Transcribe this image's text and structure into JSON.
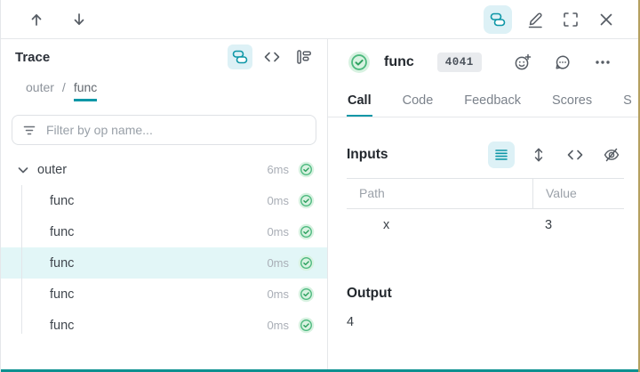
{
  "colors": {
    "accent": "#0e97a7",
    "accent_soft": "#ddf1f6",
    "success": "#2da05f",
    "success_soft": "#d8f2e1",
    "success_ring": "#4cb97e",
    "selected_row": "#e2f6f7",
    "text_primary": "#2b3038",
    "text_secondary": "#7b828b",
    "text_muted": "#a9aeb6",
    "border": "#e5e7ea",
    "badge_bg": "#e9ebee",
    "edge_tan": "#b5a060",
    "bottom_bar": "#0d9090"
  },
  "top_toolbar": {
    "nav_icons": [
      "arrow-up",
      "arrow-down"
    ],
    "right_icons": [
      {
        "name": "trace-tree",
        "active": true
      },
      {
        "name": "edit-pencil",
        "active": false
      },
      {
        "name": "fullscreen",
        "active": false
      },
      {
        "name": "close",
        "active": false
      }
    ]
  },
  "trace_panel": {
    "title": "Trace",
    "view_icons": [
      {
        "name": "trace-tree",
        "active": true
      },
      {
        "name": "code",
        "active": false
      },
      {
        "name": "flame-graph",
        "active": false
      }
    ],
    "breadcrumb": {
      "parent": "outer",
      "separator": "/",
      "current": "func"
    },
    "filter_placeholder": "Filter by op name...",
    "tree": [
      {
        "label": "outer",
        "duration": "6ms",
        "status": "success",
        "depth": 0,
        "expanded": true,
        "selected": false
      },
      {
        "label": "func",
        "duration": "0ms",
        "status": "success",
        "depth": 1,
        "selected": false
      },
      {
        "label": "func",
        "duration": "0ms",
        "status": "success",
        "depth": 1,
        "selected": false
      },
      {
        "label": "func",
        "duration": "0ms",
        "status": "success",
        "depth": 1,
        "selected": true
      },
      {
        "label": "func",
        "duration": "0ms",
        "status": "success",
        "depth": 1,
        "selected": false
      },
      {
        "label": "func",
        "duration": "0ms",
        "status": "success",
        "depth": 1,
        "selected": false
      }
    ]
  },
  "call_panel": {
    "status": "success",
    "title": "func",
    "badge": "4041",
    "header_icons": [
      "add-reaction",
      "comment",
      "more-options"
    ],
    "tabs": [
      {
        "label": "Call",
        "active": true
      },
      {
        "label": "Code",
        "active": false
      },
      {
        "label": "Feedback",
        "active": false
      },
      {
        "label": "Scores",
        "active": false
      },
      {
        "label": "S",
        "active": false
      }
    ],
    "inputs": {
      "heading": "Inputs",
      "toolbar_icons": [
        {
          "name": "list-view",
          "active": true
        },
        {
          "name": "expand-vertical",
          "active": false
        },
        {
          "name": "code-view",
          "active": false
        },
        {
          "name": "hide-values",
          "active": false
        }
      ],
      "table": {
        "columns": [
          "Path",
          "Value"
        ],
        "rows": [
          [
            "x",
            "3"
          ]
        ]
      }
    },
    "output": {
      "heading": "Output",
      "value": "4"
    }
  }
}
